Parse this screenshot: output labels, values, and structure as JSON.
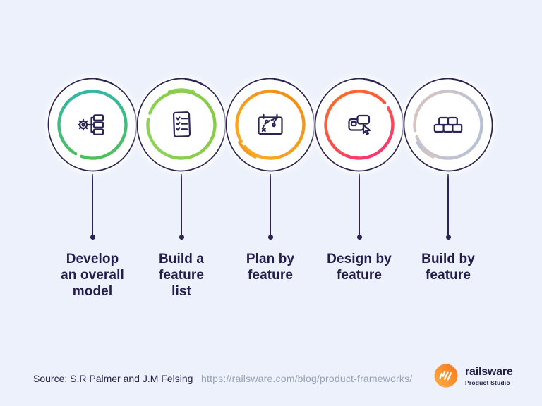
{
  "canvas": {
    "background_color": "#ecf1fb",
    "ink_color": "#2b2351",
    "text_color": "#241d4b"
  },
  "steps": [
    {
      "icon": "model-hierarchy-icon",
      "lines": [
        "Develop",
        "an overall",
        "model"
      ],
      "ring": {
        "from": "#2eb6ab",
        "to": "#53c24f"
      }
    },
    {
      "icon": "checklist-icon",
      "lines": [
        "Build a",
        "feature",
        "list"
      ],
      "ring": {
        "from": "#85cb44",
        "to": "#8ed457"
      }
    },
    {
      "icon": "strategy-plan-icon",
      "lines": [
        "Plan by",
        "feature"
      ],
      "ring": {
        "from": "#f29114",
        "to": "#fbaa26"
      }
    },
    {
      "icon": "design-cursor-icon",
      "lines": [
        "Design by",
        "feature"
      ],
      "ring": {
        "from": "#fa6a2c",
        "to": "#f8386d"
      }
    },
    {
      "icon": "building-blocks-icon",
      "lines": [
        "Build by",
        "feature"
      ],
      "ring": {
        "from": "#b5c1d8",
        "to": "#d8c5c0"
      }
    }
  ],
  "footer": {
    "source": "Source: S.R Palmer and J.M Felsing",
    "url": "https://railsware.com/blog/product-frameworks/",
    "brand": {
      "name": "railsware",
      "tagline": "Product Studio",
      "logo_from": "#fcaf45",
      "logo_to": "#f7761b"
    }
  }
}
